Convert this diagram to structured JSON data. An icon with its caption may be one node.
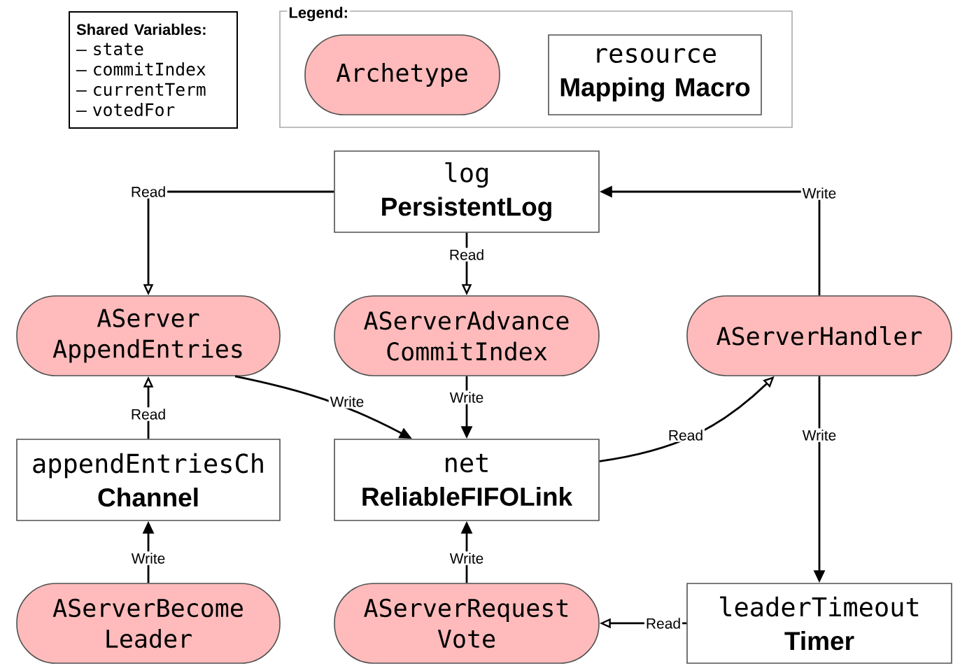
{
  "diagram": {
    "nodes": [
      {
        "text": [
          "Shared Variables:",
          "– state",
          "– commitIndex",
          "– currentTerm",
          "– votedFor"
        ]
      },
      {
        "text": [
          "Legend:"
        ]
      },
      {
        "text": [
          "Archetype"
        ],
        "in": 1
      },
      {
        "text": [
          "resource",
          "Mapping Macro"
        ],
        "in": 1
      },
      {
        "text": [
          "log",
          "PersistentLog"
        ]
      },
      {
        "text": [
          "AServer AppendEntries"
        ]
      },
      {
        "text": [
          "AServerAdvance CommitIndex"
        ]
      },
      {
        "text": [
          "AServerHandler"
        ]
      },
      {
        "text": [
          "appendEntriesCh",
          "Channel"
        ]
      },
      {
        "text": [
          "net",
          "ReliableFIFOLink"
        ]
      },
      {
        "text": [
          "AServerBecome Leader"
        ]
      },
      {
        "text": [
          "AServerRequest Vote"
        ]
      },
      {
        "text": [
          "leaderTimeout",
          "Timer"
        ]
      }
    ],
    "edges": [
      {
        "from": 4,
        "to": 5,
        "arrow": "to",
        "label": "Read"
      },
      {
        "from": 4,
        "to": 6,
        "arrow": "to",
        "label": "Read"
      },
      {
        "from": 7,
        "to": 4,
        "arrow": "to",
        "label": "Write"
      },
      {
        "from": 8,
        "to": 5,
        "arrow": "to",
        "label": "Read"
      },
      {
        "from": 5,
        "to": 9,
        "arrow": "to",
        "label": "Write"
      },
      {
        "from": 6,
        "to": 9,
        "arrow": "to",
        "label": "Write"
      },
      {
        "from": 9,
        "to": 7,
        "arrow": "to",
        "label": "Read"
      },
      {
        "from": 7,
        "to": 12,
        "arrow": "to",
        "label": "Write"
      },
      {
        "from": 10,
        "to": 8,
        "arrow": "to",
        "label": "Write"
      },
      {
        "from": 11,
        "to": 9,
        "arrow": "to",
        "label": "Write"
      },
      {
        "from": 12,
        "to": 11,
        "arrow": "to",
        "label": "Read"
      }
    ]
  }
}
